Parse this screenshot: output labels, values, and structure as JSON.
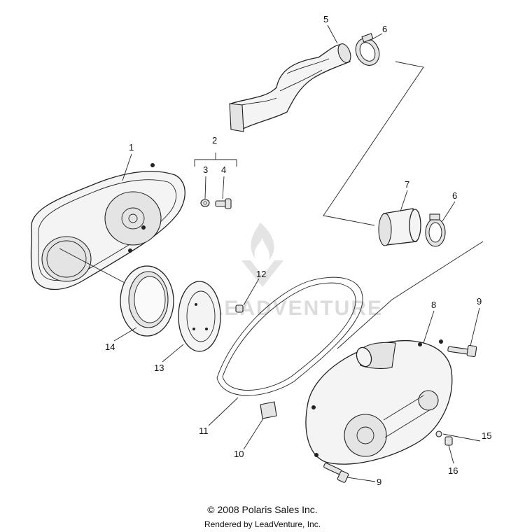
{
  "watermark": {
    "text": "LEADVENTURE"
  },
  "callouts": [
    {
      "id": "1",
      "label": "1"
    },
    {
      "id": "2",
      "label": "2"
    },
    {
      "id": "3",
      "label": "3"
    },
    {
      "id": "4",
      "label": "4"
    },
    {
      "id": "5",
      "label": "5"
    },
    {
      "id": "6a",
      "label": "6"
    },
    {
      "id": "6b",
      "label": "6"
    },
    {
      "id": "7",
      "label": "7"
    },
    {
      "id": "8",
      "label": "8"
    },
    {
      "id": "9a",
      "label": "9"
    },
    {
      "id": "9b",
      "label": "9"
    },
    {
      "id": "10",
      "label": "10"
    },
    {
      "id": "11",
      "label": "11"
    },
    {
      "id": "12",
      "label": "12"
    },
    {
      "id": "13",
      "label": "13"
    },
    {
      "id": "14",
      "label": "14"
    },
    {
      "id": "15",
      "label": "15"
    },
    {
      "id": "16",
      "label": "16"
    }
  ],
  "footer": {
    "copyright": "© 2008 Polaris Sales Inc.",
    "rendered_by": "Rendered by LeadVenture, Inc."
  }
}
